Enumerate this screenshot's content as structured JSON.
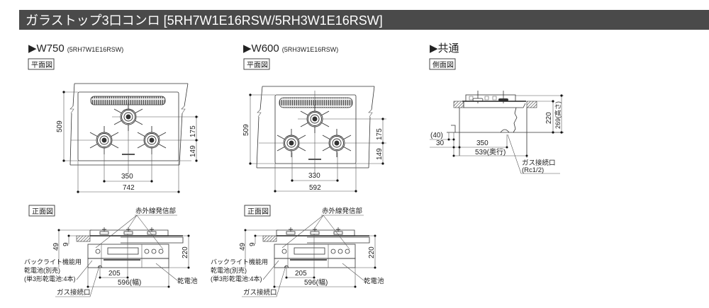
{
  "header": {
    "title": "ガラストップ3口コンロ [5RH7W1E16RSW/5RH3W1E16RSW]",
    "bg_color": "#4a4a4a"
  },
  "w750": {
    "heading": "▶W750",
    "model": "(5RH7W1E16RSW)",
    "plan_label": "平面図",
    "plan_dims": {
      "depth": "509",
      "front_to_top": "175",
      "front_to_side": "149",
      "burner_pitch": "350",
      "width": "742"
    },
    "front_label": "正面図",
    "front": {
      "ir_label": "赤外線発信部",
      "dim_49": "49",
      "dim_9": "9",
      "dim_220": "220",
      "dim_205": "205",
      "dim_width": "596(幅)",
      "battery_note": [
        "バックライト機能用",
        "乾電池(別売)",
        "(単3形乾電池:4本)"
      ],
      "battery_label": "乾電池",
      "gas_label": "ガス接続口"
    }
  },
  "w600": {
    "heading": "▶W600",
    "model": "(5RH3W1E16RSW)",
    "plan_label": "平面図",
    "plan_dims": {
      "depth": "509",
      "front_to_top": "175",
      "front_to_side": "149",
      "burner_pitch": "330",
      "width": "592"
    },
    "front_label": "正面図",
    "front": {
      "ir_label": "赤外線発信部",
      "dim_49": "49",
      "dim_9": "9",
      "dim_220": "220",
      "dim_205": "205",
      "dim_width": "596(幅)",
      "battery_note": [
        "バックライト機能用",
        "乾電池(別売)",
        "(単3形乾電池:4本)"
      ],
      "battery_label": "乾電池",
      "gas_label": "ガス接続口"
    }
  },
  "common": {
    "heading": "▶共通",
    "side_label": "側面図",
    "dims": {
      "d40": "(40)",
      "d30": "30",
      "d350": "350",
      "depth": "539(奥行)",
      "h220": "220",
      "height": "269(高さ)"
    },
    "gas_label": "ガス接続口",
    "gas_spec": "(Rc1/2)"
  }
}
